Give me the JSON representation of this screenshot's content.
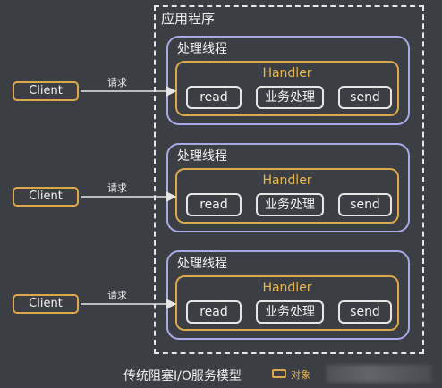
{
  "app": {
    "title": "应用程序"
  },
  "threads": [
    {
      "title": "处理线程",
      "handler": "Handler",
      "read": "read",
      "business": "业务处理",
      "send": "send"
    },
    {
      "title": "处理线程",
      "handler": "Handler",
      "read": "read",
      "business": "业务处理",
      "send": "send"
    },
    {
      "title": "处理线程",
      "handler": "Handler",
      "read": "read",
      "business": "业务处理",
      "send": "send"
    }
  ],
  "clients": [
    {
      "label": "Client",
      "request": "请求"
    },
    {
      "label": "Client",
      "request": "请求"
    },
    {
      "label": "Client",
      "request": "请求"
    }
  ],
  "caption": "传统阻塞I/O服务模型",
  "legend": {
    "label": "对象"
  },
  "colors": {
    "background": "#3b3e43",
    "thread_border": "#a9a9e6",
    "object_border": "#d9a94c",
    "handler_text": "#e9b651",
    "line": "#e6e6e6"
  }
}
